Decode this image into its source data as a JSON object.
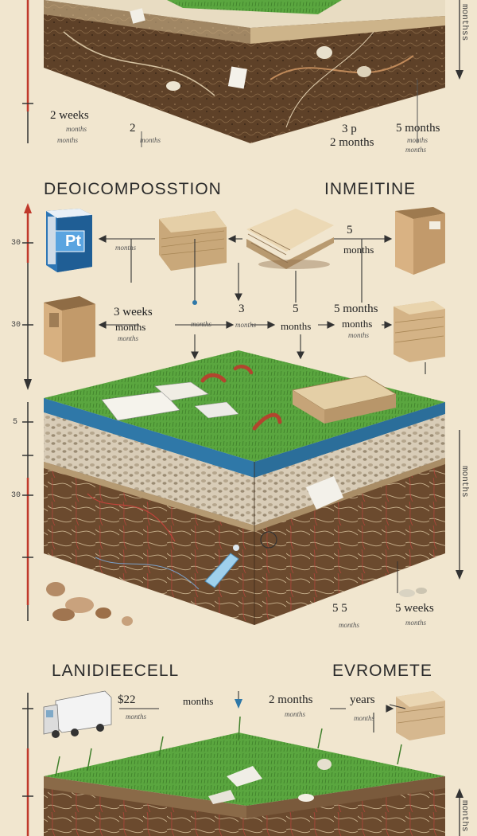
{
  "top_block": {
    "left_label": "2 weeks",
    "left_sub": "months",
    "left_note": "months",
    "mid_label": "2",
    "mid_note": "months",
    "right_label_1": "2 months",
    "right_label_1_top": "3 р",
    "right_label_2": "5 months",
    "right_label_2_sub": "months",
    "right_label_2_note": "months"
  },
  "section1": {
    "title_left": "DEOICOMPOSSTION",
    "title_right": "INMEITINE",
    "carton_label": "Pt",
    "box_left_top": "months",
    "five_label": "5",
    "five_sub": "months",
    "left_weeks": "3 weeks",
    "left_months": "months",
    "left_note": "months",
    "mid_three": "3",
    "mid_months": "months",
    "mid_five": "5",
    "mid_five_months": "months",
    "right_5_months": "5 months",
    "right_months": "months",
    "right_note": "months",
    "bottom_55": "5 5",
    "bottom_55_sub": "months",
    "bottom_5weeks": "5 weeks",
    "bottom_5weeks_sub": "months"
  },
  "section2": {
    "title_left": "LANIDIEECELL",
    "title_right": "EVROMETE",
    "truck_label": "$22",
    "truck_months": "months",
    "truck_note": "months",
    "two_months": "2 months",
    "two_months_sub": "months",
    "years": "years",
    "years_sub": "months"
  },
  "axis_ticks": {
    "t1": "30",
    "t2": "30",
    "t3": "5",
    "t4": "30"
  },
  "side_text": {
    "right_top": "monthss",
    "right_mid": "months",
    "right_bottom": "months"
  },
  "colors": {
    "background": "#f1e6cf",
    "grass": "#4f9b3a",
    "soil": "#6b4a2e",
    "water": "#2f78a8",
    "red_axis": "#c0392b"
  }
}
